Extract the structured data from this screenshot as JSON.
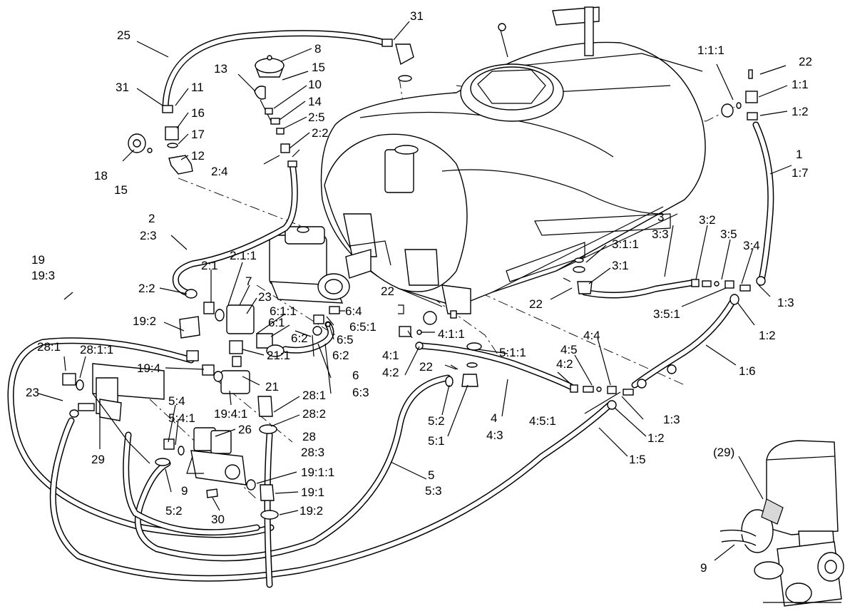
{
  "labels": [
    {
      "id": "l-31-top",
      "text": "31"
    },
    {
      "id": "l-25",
      "text": "25"
    },
    {
      "id": "l-8",
      "text": "8"
    },
    {
      "id": "l-13",
      "text": "13"
    },
    {
      "id": "l-15-top",
      "text": "15"
    },
    {
      "id": "l-31-left",
      "text": "31"
    },
    {
      "id": "l-11",
      "text": "11"
    },
    {
      "id": "l-10",
      "text": "10"
    },
    {
      "id": "l-14",
      "text": "14"
    },
    {
      "id": "l-16",
      "text": "16"
    },
    {
      "id": "l-2-5",
      "text": "2:5"
    },
    {
      "id": "l-17",
      "text": "17"
    },
    {
      "id": "l-2-2-top",
      "text": "2:2"
    },
    {
      "id": "l-12",
      "text": "12"
    },
    {
      "id": "l-18",
      "text": "18"
    },
    {
      "id": "l-2-4",
      "text": "2:4"
    },
    {
      "id": "l-15-left",
      "text": "15"
    },
    {
      "id": "l-1-1-1",
      "text": "1:1:1"
    },
    {
      "id": "l-22-tr",
      "text": "22"
    },
    {
      "id": "l-1-1",
      "text": "1:1"
    },
    {
      "id": "l-1-2-top",
      "text": "1:2"
    },
    {
      "id": "l-1",
      "text": "1"
    },
    {
      "id": "l-1-7",
      "text": "1:7"
    },
    {
      "id": "l-2",
      "text": "2"
    },
    {
      "id": "l-2-3",
      "text": "2:3"
    },
    {
      "id": "l-3",
      "text": "3"
    },
    {
      "id": "l-3-2",
      "text": "3:2"
    },
    {
      "id": "l-3-3",
      "text": "3:3"
    },
    {
      "id": "l-3-5",
      "text": "3:5"
    },
    {
      "id": "l-3-1-1",
      "text": "3:1:1"
    },
    {
      "id": "l-3-4",
      "text": "3:4"
    },
    {
      "id": "l-2-1-1",
      "text": "2:1:1"
    },
    {
      "id": "l-19",
      "text": "19"
    },
    {
      "id": "l-19-3",
      "text": "19:3"
    },
    {
      "id": "l-3-1",
      "text": "3:1"
    },
    {
      "id": "l-2-1",
      "text": "2:1"
    },
    {
      "id": "l-7",
      "text": "7"
    },
    {
      "id": "l-2-2-mid",
      "text": "2:2"
    },
    {
      "id": "l-23-mid",
      "text": "23"
    },
    {
      "id": "l-22-mid",
      "text": "22"
    },
    {
      "id": "l-22-r",
      "text": "22"
    },
    {
      "id": "l-1-3-top",
      "text": "1:3"
    },
    {
      "id": "l-3-5-1",
      "text": "3:5:1"
    },
    {
      "id": "l-6-1-1",
      "text": "6:1:1"
    },
    {
      "id": "l-6-4",
      "text": "6:4"
    },
    {
      "id": "l-19-2-top",
      "text": "19:2"
    },
    {
      "id": "l-6-1",
      "text": "6:1"
    },
    {
      "id": "l-6-5-1",
      "text": "6:5:1"
    },
    {
      "id": "l-4-1-1",
      "text": "4:1:1"
    },
    {
      "id": "l-1-2-mid",
      "text": "1:2"
    },
    {
      "id": "l-4-4",
      "text": "4:4"
    },
    {
      "id": "l-6-2a",
      "text": "6:2"
    },
    {
      "id": "l-6-5",
      "text": "6:5"
    },
    {
      "id": "l-28-1-l",
      "text": "28:1"
    },
    {
      "id": "l-28-1-1",
      "text": "28:1:1"
    },
    {
      "id": "l-6-2b",
      "text": "6:2"
    },
    {
      "id": "l-4-1",
      "text": "4:1"
    },
    {
      "id": "l-5-1-1",
      "text": "5:1:1"
    },
    {
      "id": "l-4-5",
      "text": "4:5"
    },
    {
      "id": "l-1-6",
      "text": "1:6"
    },
    {
      "id": "l-21-1",
      "text": "21:1"
    },
    {
      "id": "l-19-4",
      "text": "19:4"
    },
    {
      "id": "l-6",
      "text": "6"
    },
    {
      "id": "l-22-low",
      "text": "22"
    },
    {
      "id": "l-4-2a",
      "text": "4:2"
    },
    {
      "id": "l-4-2b",
      "text": "4:2"
    },
    {
      "id": "l-21",
      "text": "21"
    },
    {
      "id": "l-6-3",
      "text": "6:3"
    },
    {
      "id": "l-23-left",
      "text": "23"
    },
    {
      "id": "l-28-1-r",
      "text": "28:1"
    },
    {
      "id": "l-5-4",
      "text": "5:4"
    },
    {
      "id": "l-19-4-1",
      "text": "19:4:1"
    },
    {
      "id": "l-28-2",
      "text": "28:2"
    },
    {
      "id": "l-4-5-1",
      "text": "4:5:1"
    },
    {
      "id": "l-1-3-low",
      "text": "1:3"
    },
    {
      "id": "l-5-2-r",
      "text": "5:2"
    },
    {
      "id": "l-5-4-1",
      "text": "5:4:1"
    },
    {
      "id": "l-26",
      "text": "26"
    },
    {
      "id": "l-4",
      "text": "4"
    },
    {
      "id": "l-4-3",
      "text": "4:3"
    },
    {
      "id": "l-1-2-low",
      "text": "1:2"
    },
    {
      "id": "l-28",
      "text": "28"
    },
    {
      "id": "l-5-1",
      "text": "5:1"
    },
    {
      "id": "l-29",
      "text": "29"
    },
    {
      "id": "l-28-3",
      "text": "28:3"
    },
    {
      "id": "l-29-paren",
      "text": "(29)"
    },
    {
      "id": "l-1-5",
      "text": "1:5"
    },
    {
      "id": "l-19-1-1",
      "text": "19:1:1"
    },
    {
      "id": "l-5",
      "text": "5"
    },
    {
      "id": "l-5-3",
      "text": "5:3"
    },
    {
      "id": "l-9-mid",
      "text": "9"
    },
    {
      "id": "l-19-1",
      "text": "19:1"
    },
    {
      "id": "l-5-2-l",
      "text": "5:2"
    },
    {
      "id": "l-19-2-low",
      "text": "19:2"
    },
    {
      "id": "l-30",
      "text": "30"
    },
    {
      "id": "l-9-detail",
      "text": "9"
    }
  ]
}
